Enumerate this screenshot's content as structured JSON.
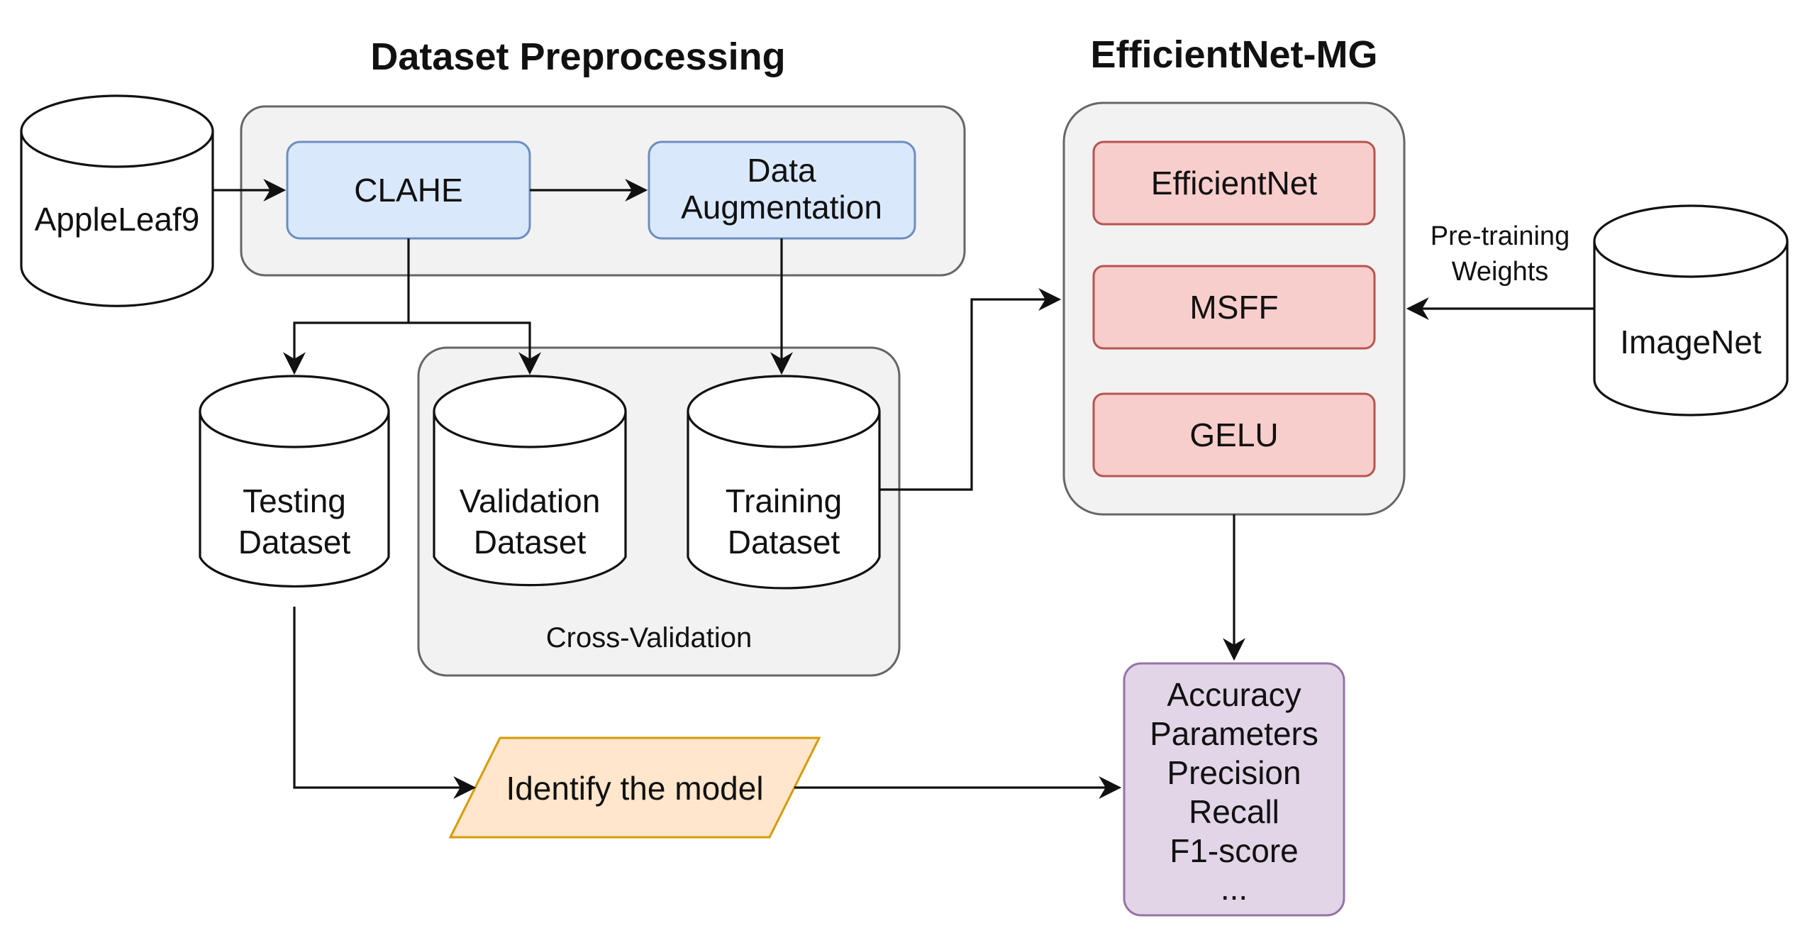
{
  "titles": {
    "preprocessing": "Dataset Preprocessing",
    "model": "EfficientNet-MG"
  },
  "datasets": {
    "apple_leaf": "AppleLeaf9",
    "image_net": "ImageNet",
    "testing": [
      "Testing",
      "Dataset"
    ],
    "validation": [
      "Validation",
      "Dataset"
    ],
    "training": [
      "Training",
      "Dataset"
    ]
  },
  "preprocessing": {
    "clahe": "CLAHE",
    "augmentation": [
      "Data",
      "Augmentation"
    ]
  },
  "cross_validation_label": "Cross-Validation",
  "model_blocks": [
    "EfficientNet",
    "MSFF",
    "GELU"
  ],
  "pretraining_label": [
    "Pre-training",
    "Weights"
  ],
  "identify_label": "Identify the model",
  "metrics": [
    "Accuracy",
    "Parameters",
    "Precision",
    "Recall",
    "F1-score",
    "..."
  ],
  "colors": {
    "group_fill": "#f2f2f2",
    "group_stroke": "#666666",
    "blue_fill": "#dae8fc",
    "blue_stroke": "#6c8ebf",
    "red_fill": "#f8cecc",
    "red_stroke": "#b85450",
    "orange_fill": "#ffe6cc",
    "orange_stroke": "#d79b00",
    "purple_fill": "#e1d5e7",
    "purple_stroke": "#9673a6"
  }
}
